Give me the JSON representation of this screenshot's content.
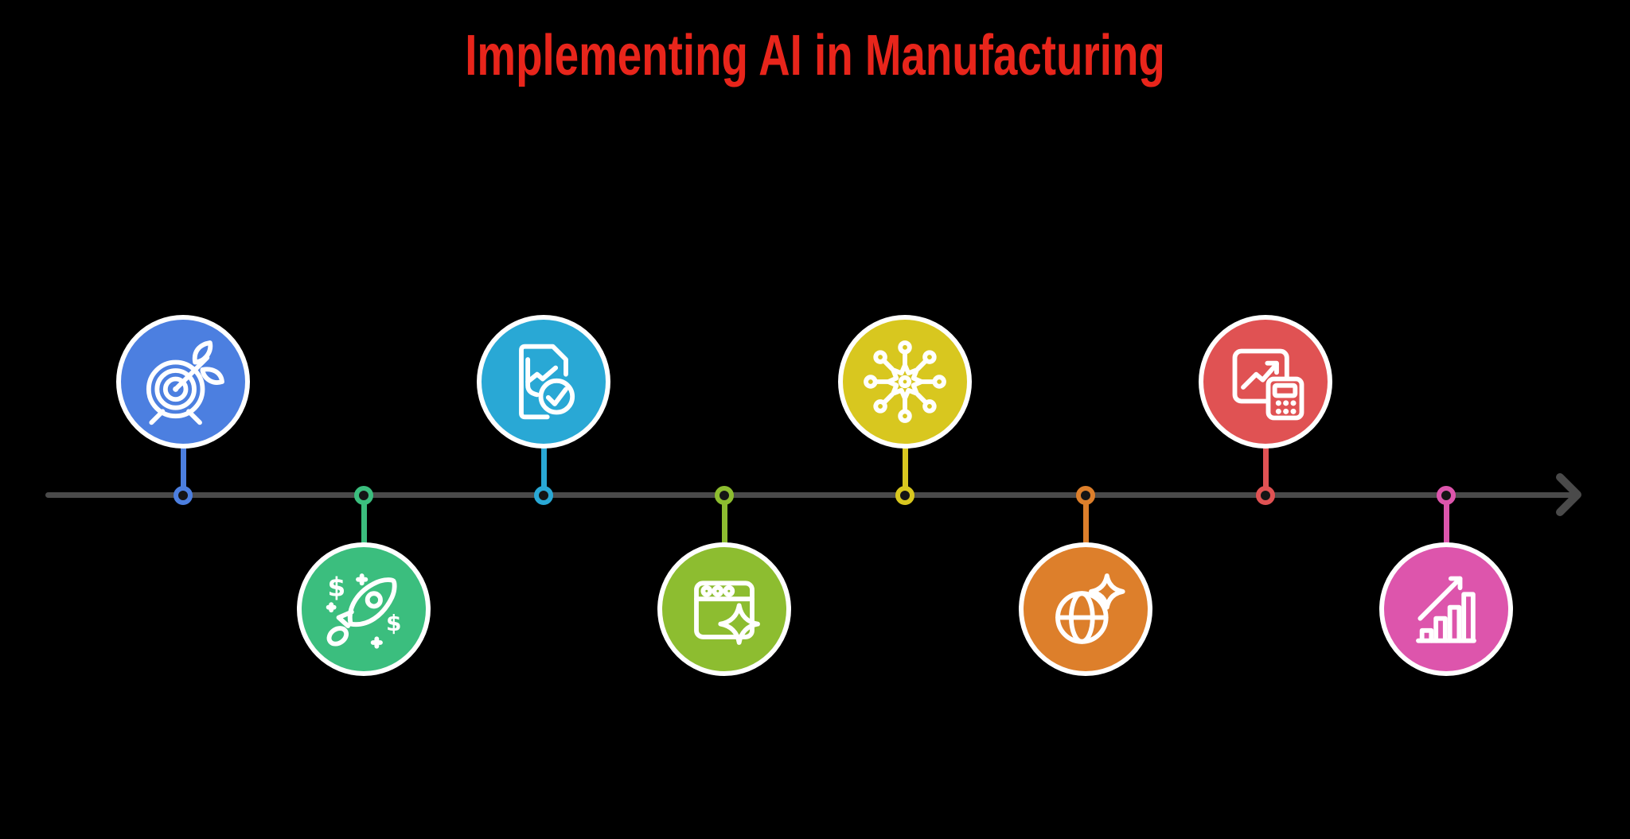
{
  "background_color": "#000000",
  "title": {
    "text": "Implementing AI in Manufacturing",
    "color": "#E8251B"
  },
  "timeline": {
    "line_color": "#4A4A4A",
    "arrow_direction": "right",
    "items": [
      {
        "icon": "target-arrow-icon",
        "color": "#4C7FE0",
        "position": "above"
      },
      {
        "icon": "rocket-dollar-icon",
        "color": "#3BBE7E",
        "position": "below"
      },
      {
        "icon": "report-checkmark-icon",
        "color": "#29A8D5",
        "position": "above"
      },
      {
        "icon": "browser-sparkle-icon",
        "color": "#8DBD30",
        "position": "below"
      },
      {
        "icon": "ai-network-icon",
        "color": "#D8C71F",
        "position": "above"
      },
      {
        "icon": "globe-sparkle-icon",
        "color": "#DD7F2B",
        "position": "below"
      },
      {
        "icon": "chart-calculator-icon",
        "color": "#E05253",
        "position": "above"
      },
      {
        "icon": "growth-chart-icon",
        "color": "#DD55AC",
        "position": "below"
      }
    ]
  }
}
